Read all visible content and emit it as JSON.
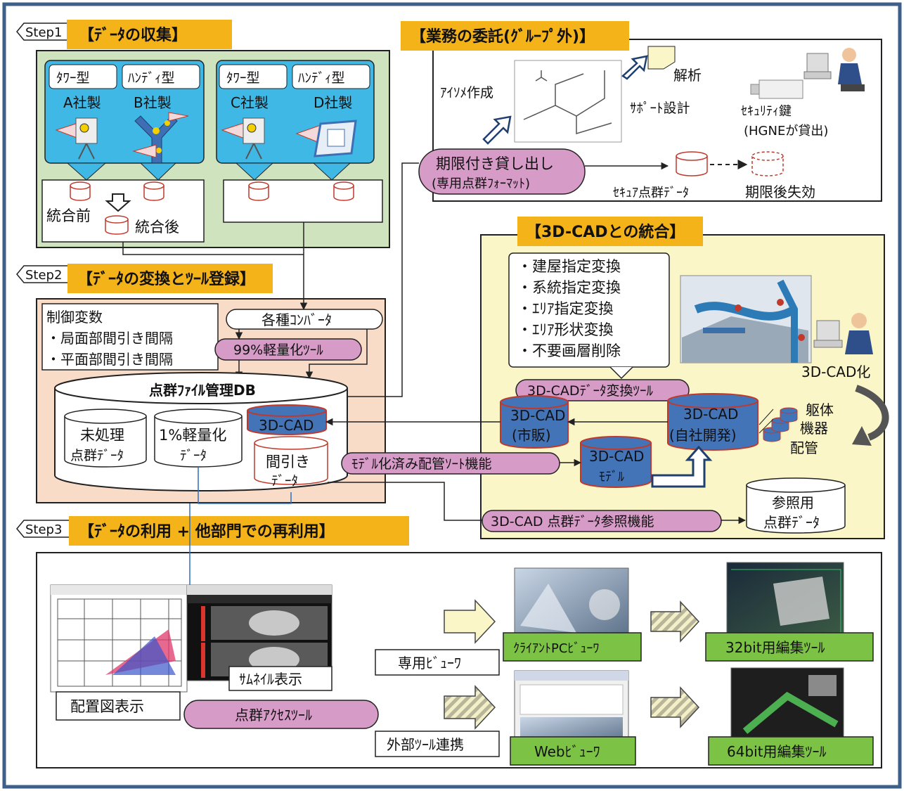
{
  "step1": {
    "tag": "Step1",
    "title": "【ﾃﾞｰﾀの収集】",
    "scanners": [
      {
        "type": "ﾀﾜｰ型",
        "maker": "A社製"
      },
      {
        "type": "ﾊﾝﾃﾞｨ型",
        "maker": "B社製"
      },
      {
        "type": "ﾀﾜｰ型",
        "maker": "C社製"
      },
      {
        "type": "ﾊﾝﾃﾞｨ型",
        "maker": "D社製"
      }
    ],
    "before": "統合前",
    "after": "統合後"
  },
  "outsource": {
    "title": "【業務の委託(ｸﾞﾙｰﾌﾟ外)】",
    "isometric": "ｱｲｿﾒ作成",
    "analysis": "解析",
    "support": "ｻﾎﾟｰﾄ設計",
    "key_line1": "ｾｷｭﾘﾃｨ鍵",
    "key_line2": "(HGNEが貸出)",
    "loan_line1": "期限付き貸し出し",
    "loan_line2": "(専用点群ﾌｫｰﾏｯﾄ)",
    "secure": "ｾｷｭｱ点群ﾃﾞｰﾀ",
    "expire": "期限後失効"
  },
  "step2": {
    "tag": "Step2",
    "title": "【ﾃﾞｰﾀの変換とﾂｰﾙ登録】",
    "control_title": "制御変数",
    "control_items": [
      "・局面部間引き間隔",
      "・平面部間引き間隔"
    ],
    "converter": "各種ｺﾝﾊﾞｰﾀ",
    "lighten_tool": "99%軽量化ﾂｰﾙ",
    "db_title": "点群ﾌｧｲﾙ管理DB",
    "raw_line1": "未処理",
    "raw_line2": "点群ﾃﾞｰﾀ",
    "light_line1": "1%軽量化",
    "light_line2": "ﾃﾞｰﾀ",
    "cad": "3D-CAD",
    "thin_line1": "間引き",
    "thin_line2": "ﾃﾞｰﾀ"
  },
  "cad": {
    "title": "【3D-CADとの統合】",
    "items": [
      "・建屋指定変換",
      "・系統指定変換",
      "・ｴﾘｱ指定変換",
      "・ｴﾘｱ形状変換",
      "・不要画層削除"
    ],
    "convert_tool": "3D-CADﾃﾞｰﾀ変換ﾂｰﾙ",
    "cadify": "3D-CAD化",
    "market_line1": "3D-CAD",
    "market_line2": "(市販)",
    "inhouse_line1": "3D-CAD",
    "inhouse_line2": "(自社開発)",
    "model_line1": "3D-CAD",
    "model_line2": "ﾓﾃﾞﾙ",
    "parts": [
      "躯体",
      "機器",
      "配管"
    ],
    "sort_tool": "ﾓﾃﾞﾙ化済み配管ｿｰﾄ機能",
    "ref_tool": "3D-CAD  点群ﾃﾞｰﾀ参照機能",
    "ref_line1": "参照用",
    "ref_line2": "点群ﾃﾞｰﾀ"
  },
  "step3": {
    "tag": "Step3",
    "title": "【ﾃﾞｰﾀの利用 + 他部門での再利用】",
    "thumbnail": "ｻﾑﾈｲﾙ表示",
    "layout": "配置図表示",
    "access_tool": "点群ｱｸｾｽﾂｰﾙ",
    "dedicated_viewer": "専用ﾋﾞｭｰﾜ",
    "external": "外部ﾂｰﾙ連携",
    "client_viewer": "ｸﾗｲｱﾝﾄPCﾋﾞｭｰﾜ",
    "web_viewer": "Webﾋﾞｭｰﾜ",
    "tool32": "32bit用編集ﾂｰﾙ",
    "tool64": "64bit用編集ﾂｰﾙ"
  },
  "colors": {
    "frame": "#3d5f8a",
    "orange": "#f5b31a",
    "green_bg": "#cfe3bf",
    "cyan": "#3fb8e6",
    "peach": "#f9dcc8",
    "yellow_bg": "#fbf6c8",
    "pink": "#d79bc7",
    "blue_cyl": "#4474b8",
    "green_btn": "#7cc244",
    "red": "#c0392b"
  }
}
